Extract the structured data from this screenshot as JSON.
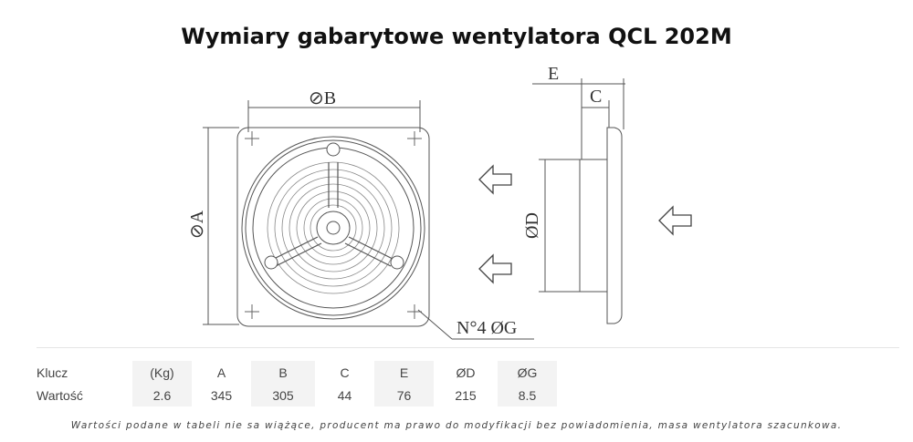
{
  "title": "Wymiary gabarytowe wentylatora QCL 202M",
  "drawing": {
    "label_b": "⊘B",
    "label_a": "⊘A",
    "label_holes": "N°4 ØG",
    "label_d": "ØD",
    "label_e": "E",
    "label_c": "C"
  },
  "table": {
    "row_labels": [
      "Klucz",
      "Wartość"
    ],
    "keys": [
      "(Kg)",
      "A",
      "B",
      "C",
      "E",
      "ØD",
      "ØG"
    ],
    "values": [
      "2.6",
      "345",
      "305",
      "44",
      "76",
      "215",
      "8.5"
    ]
  },
  "note": "Wartości podane w tabeli nie sa wiążące, producent ma prawo do modyfikacji bez powiadomienia, masa wentylatora szacunkowa."
}
